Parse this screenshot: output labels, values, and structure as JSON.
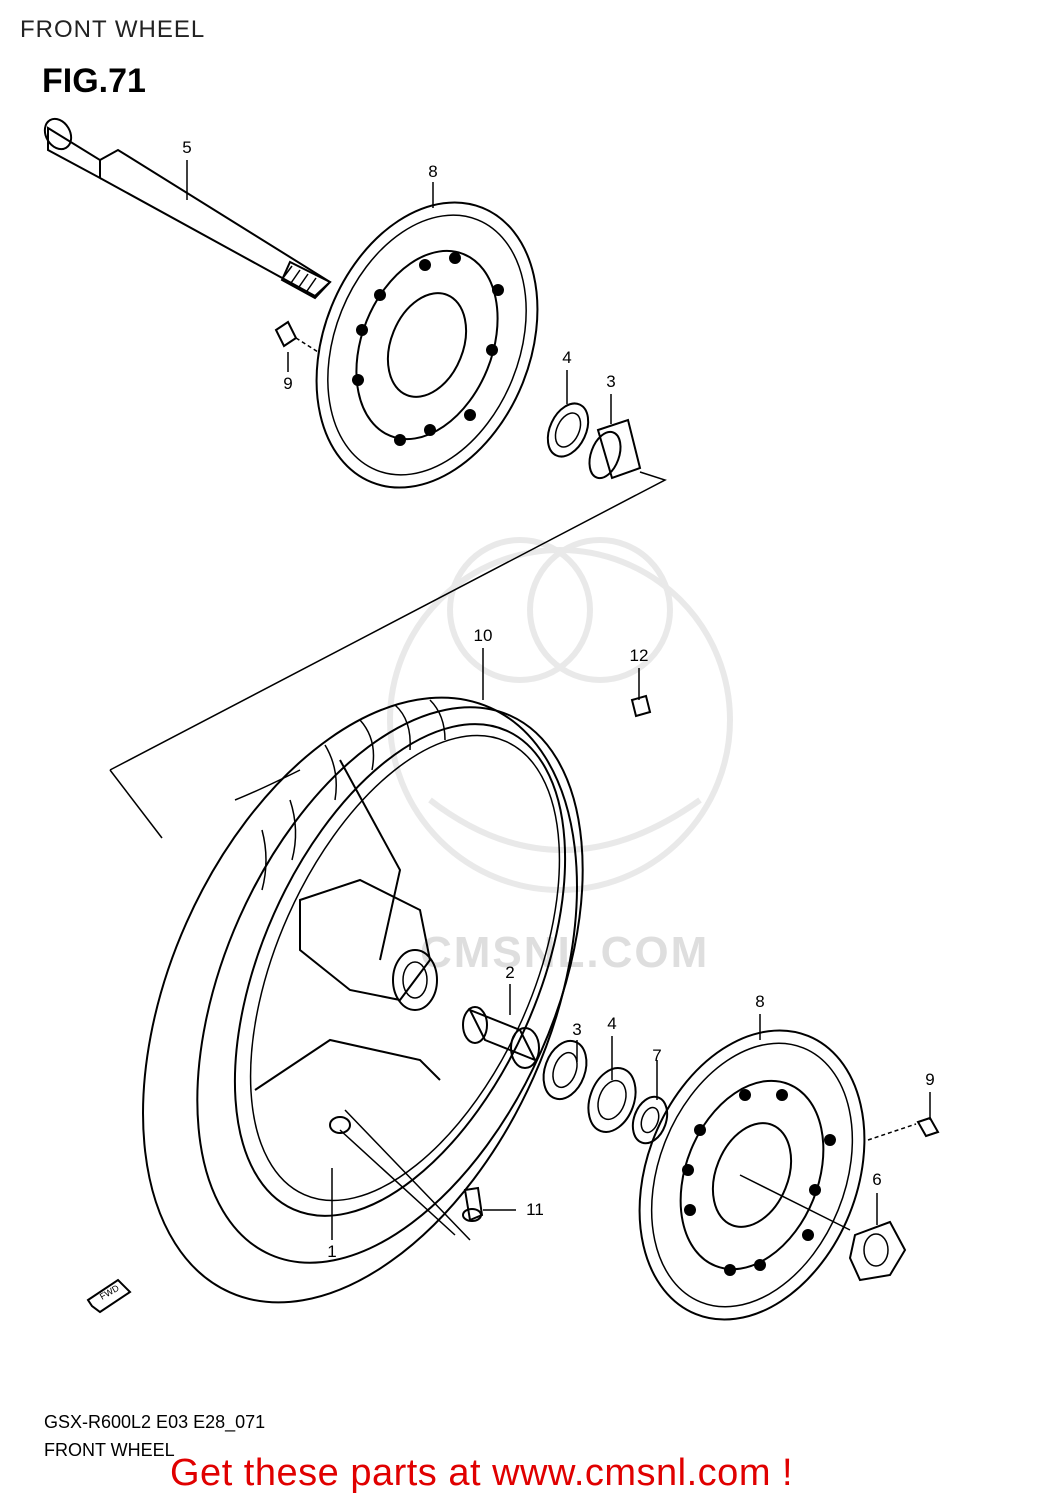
{
  "header": {
    "title": "FRONT WHEEL"
  },
  "figure": {
    "label": "FIG.71"
  },
  "callouts": [
    {
      "id": "c5",
      "text": "5"
    },
    {
      "id": "c8a",
      "text": "8"
    },
    {
      "id": "c9a",
      "text": "9"
    },
    {
      "id": "c4a",
      "text": "4"
    },
    {
      "id": "c3a",
      "text": "3"
    },
    {
      "id": "c10",
      "text": "10"
    },
    {
      "id": "c12",
      "text": "12"
    },
    {
      "id": "c2",
      "text": "2"
    },
    {
      "id": "c3b",
      "text": "3"
    },
    {
      "id": "c4b",
      "text": "4"
    },
    {
      "id": "c7",
      "text": "7"
    },
    {
      "id": "c8b",
      "text": "8"
    },
    {
      "id": "c9b",
      "text": "9"
    },
    {
      "id": "c6",
      "text": "6"
    },
    {
      "id": "c11",
      "text": "11"
    },
    {
      "id": "c1",
      "text": "1"
    }
  ],
  "fwd_arrow": {
    "label": "FWD"
  },
  "watermark": {
    "text": "CMSNL.COM"
  },
  "footer": {
    "model_code": "GSX-R600L2 E03 E28_071",
    "section": "FRONT WHEEL",
    "promo": "Get these parts at www.cmsnl.com !"
  }
}
